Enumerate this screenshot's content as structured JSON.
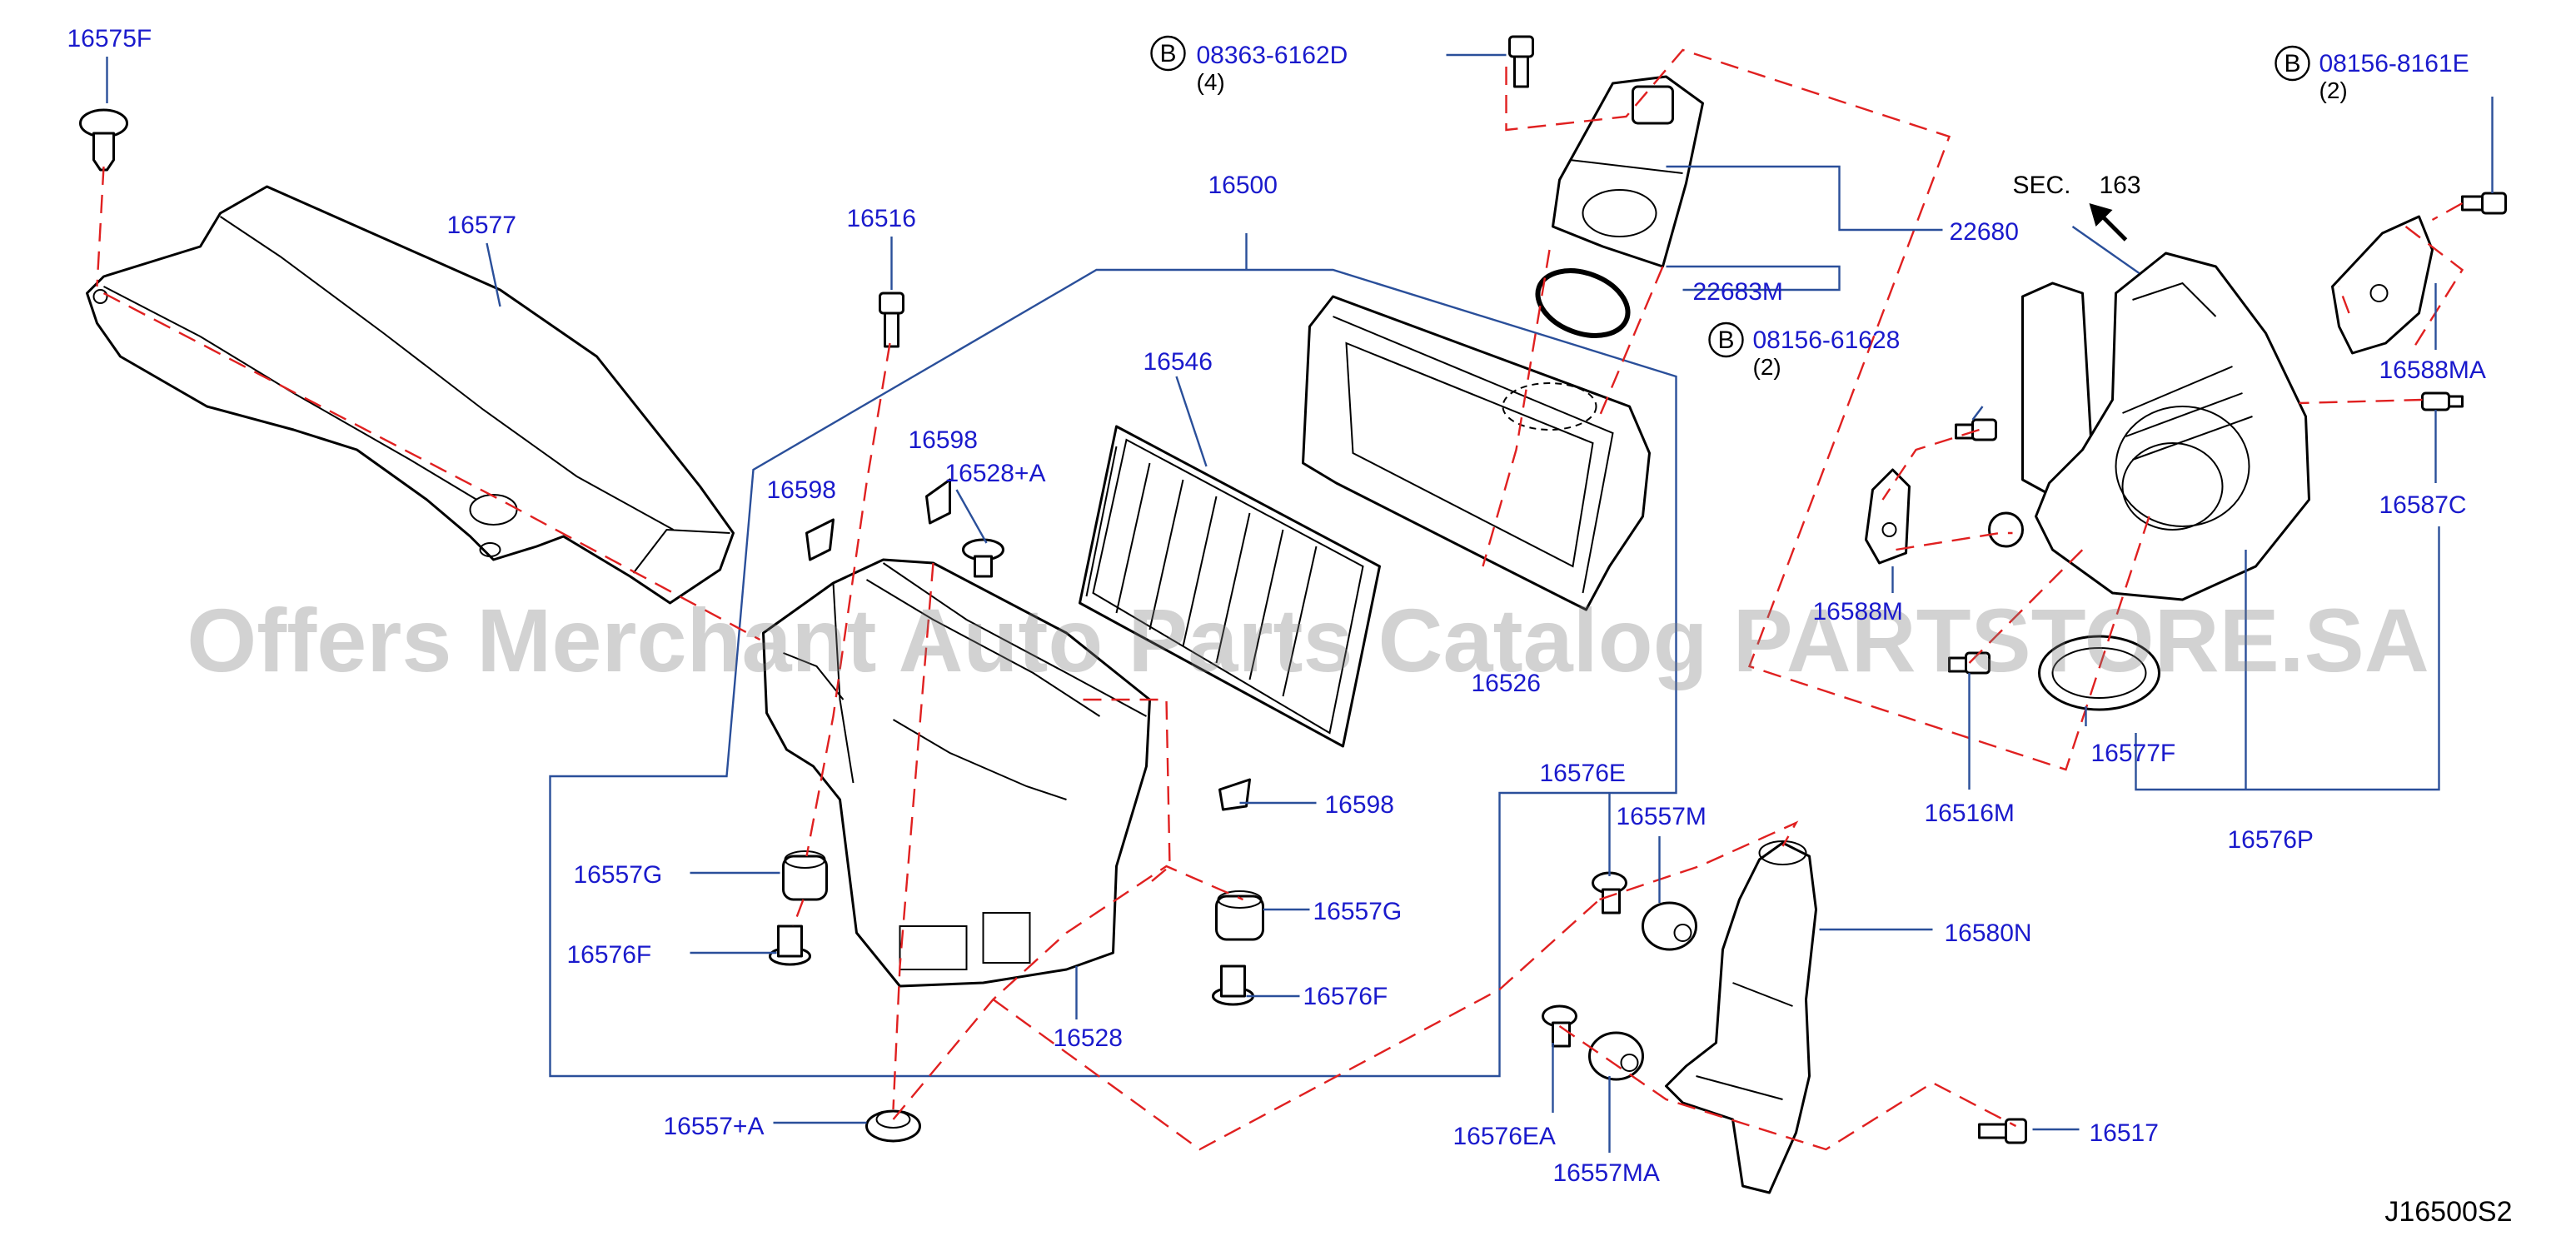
{
  "watermark": "Offers Merchant Auto Parts Catalog PARTSTORE.SA",
  "diagram_code": "J16500S2",
  "section_ref": {
    "label": "SEC.",
    "number": "163"
  },
  "bolt_marker": "B",
  "callouts": {
    "p16575F": "16575F",
    "p16577": "16577",
    "p16516": "16516",
    "p16500": "16500",
    "p16598a": "16598",
    "p16598b": "16598",
    "p16598c": "16598",
    "p16528A": "16528+A",
    "p16546": "16546",
    "p16526": "16526",
    "p16557Ga": "16557G",
    "p16557Gb": "16557G",
    "p16576Fa": "16576F",
    "p16576Fb": "16576F",
    "p16528": "16528",
    "p16557A": "16557+A",
    "p08363": "08363-6162D",
    "q08363": "(4)",
    "p22680": "22680",
    "p22683M": "22683M",
    "p08156a": "08156-61628",
    "q08156a": "(2)",
    "p08156b": "08156-8161E",
    "q08156b": "(2)",
    "p16588MA": "16588MA",
    "p16587C": "16587C",
    "p16588": "16588M",
    "p16516M": "16516M",
    "p16577F": "16577F",
    "p16576P": "16576P",
    "p16576E": "16576E",
    "p16557M": "16557M",
    "p16580N": "16580N",
    "p16576EA": "16576EA",
    "p16557MA": "16557MA",
    "p16517": "16517"
  }
}
